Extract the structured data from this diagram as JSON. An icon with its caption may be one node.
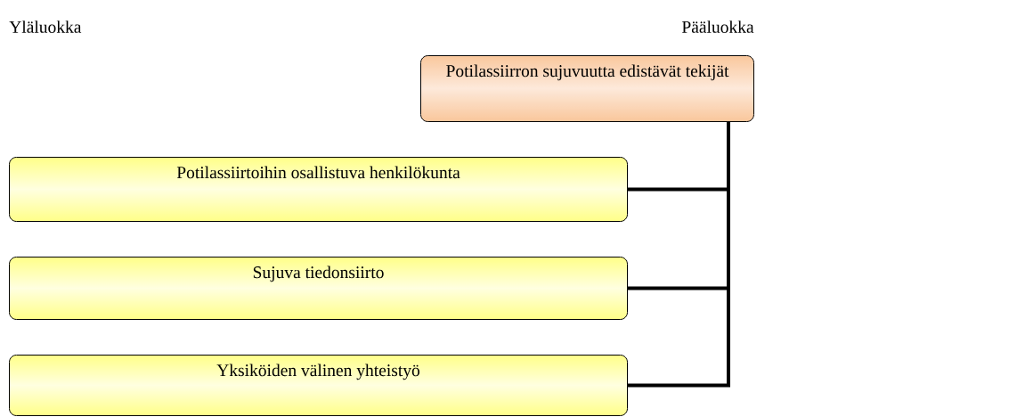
{
  "diagram": {
    "nodes": [
      {
        "text": [
          "Potilassiirron sujuvuutta edistävät tekijät"
        ]
      },
      {
        "text": [
          "Potilassiirtoihin osallistuva henkilökunta"
        ]
      },
      {
        "text": [
          "Sujuva tiedonsiirto"
        ]
      },
      {
        "text": [
          "Yksiköiden välinen yhteistyö"
        ]
      }
    ],
    "edges": [
      {
        "from": 0,
        "to": 1,
        "arrow": "none"
      },
      {
        "from": 0,
        "to": 2,
        "arrow": "none"
      },
      {
        "from": 0,
        "to": 3,
        "arrow": "none"
      }
    ],
    "labels": [
      "Yläluokka",
      "Pääluokka"
    ]
  }
}
